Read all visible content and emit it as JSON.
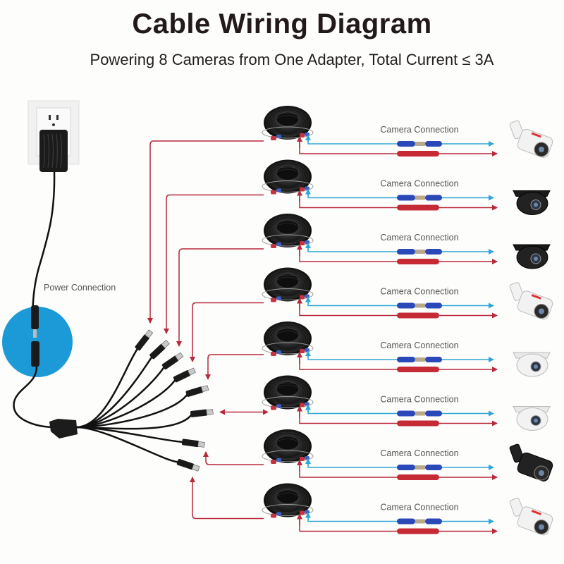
{
  "title": "Cable Wiring Diagram",
  "subtitle": "Powering 8 Cameras from One Adapter, Total Current ≤ 3A",
  "power_label": "Power Connection",
  "camera_count": 8,
  "rows": [
    {
      "label": "Camera Connection",
      "camera": "white-bullet-camera"
    },
    {
      "label": "Camera Connection",
      "camera": "black-dome-camera"
    },
    {
      "label": "Camera Connection",
      "camera": "black-dome-camera"
    },
    {
      "label": "Camera Connection",
      "camera": "white-box-bullet-camera"
    },
    {
      "label": "Camera Connection",
      "camera": "white-dome-camera"
    },
    {
      "label": "Camera Connection",
      "camera": "white-dome-camera"
    },
    {
      "label": "Camera Connection",
      "camera": "black-bullet-camera"
    },
    {
      "label": "Camera Connection",
      "camera": "white-bullet-camera"
    }
  ],
  "colors": {
    "power_line": "#b8283a",
    "video_line": "#2fa6d6",
    "highlight_circle": "#1c9ad8",
    "cable": "#1a1a1a"
  }
}
